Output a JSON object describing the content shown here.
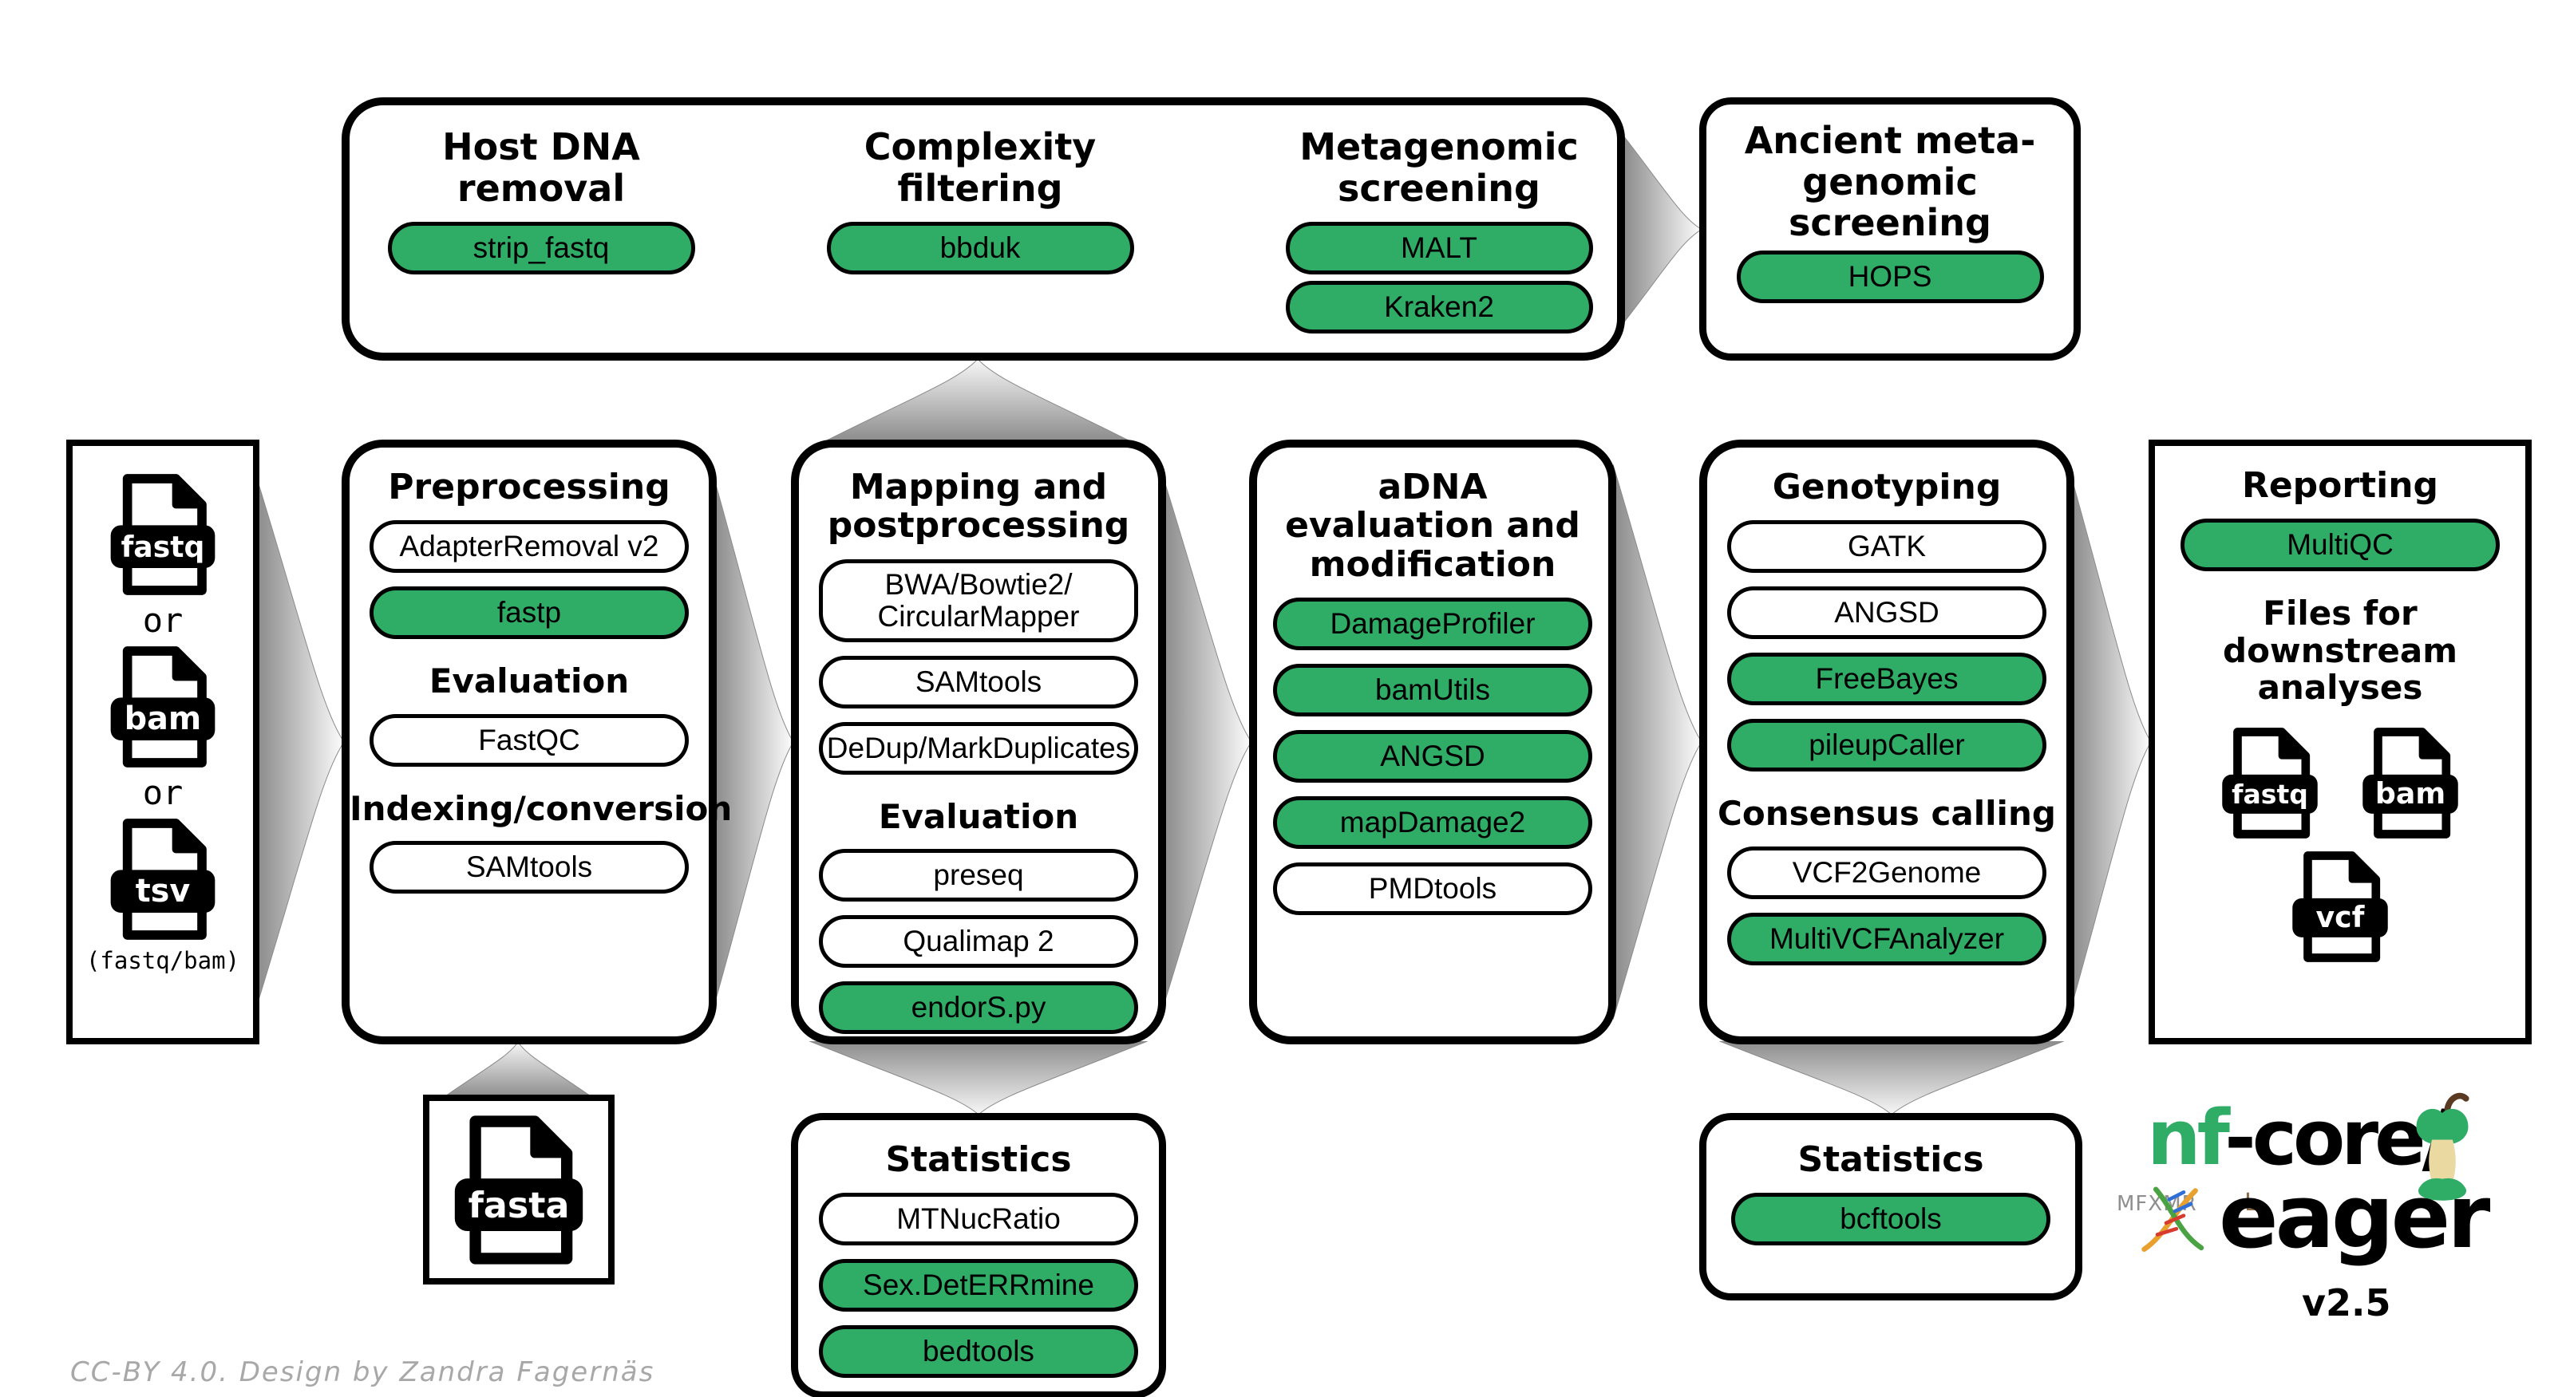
{
  "accent_green": "#2fac66",
  "credit": "CC-BY 4.0. Design by Zandra Fagernäs",
  "input_panel": {
    "files": [
      "fastq",
      "bam",
      "tsv"
    ],
    "or": "or",
    "caption": "(fastq/bam)"
  },
  "top_panel": {
    "host": {
      "heading": "Host DNA removal",
      "tools": [
        {
          "label": "strip_fastq",
          "variant": "green"
        }
      ]
    },
    "complexity": {
      "heading": "Complexity filtering",
      "tools": [
        {
          "label": "bbduk",
          "variant": "green"
        }
      ]
    },
    "metagenomic": {
      "heading": "Metagenomic screening",
      "tools": [
        {
          "label": "MALT",
          "variant": "green"
        },
        {
          "label": "Kraken2",
          "variant": "green"
        }
      ]
    }
  },
  "ancient_panel": {
    "heading": "Ancient meta-genomic screening",
    "tools": [
      {
        "label": "HOPS",
        "variant": "green"
      }
    ]
  },
  "preprocessing_panel": {
    "heading": "Preprocessing",
    "tools1": [
      {
        "label": "AdapterRemoval v2",
        "variant": "white"
      },
      {
        "label": "fastp",
        "variant": "green"
      }
    ],
    "subheading1": "Evaluation",
    "tools2": [
      {
        "label": "FastQC",
        "variant": "white"
      }
    ],
    "subheading2": "Indexing/conversion",
    "tools3": [
      {
        "label": "SAMtools",
        "variant": "white"
      }
    ]
  },
  "mapping_panel": {
    "heading": "Mapping and postprocessing",
    "tools1": [
      {
        "label_lines": [
          "BWA/Bowtie2/",
          "CircularMapper"
        ],
        "variant": "white"
      },
      {
        "label": "SAMtools",
        "variant": "white"
      },
      {
        "label": "DeDup/MarkDuplicates",
        "variant": "white"
      }
    ],
    "subheading": "Evaluation",
    "tools2": [
      {
        "label": "preseq",
        "variant": "white"
      },
      {
        "label": "Qualimap 2",
        "variant": "white"
      },
      {
        "label": "endorS.py",
        "variant": "green"
      }
    ]
  },
  "adna_panel": {
    "heading": "aDNA evaluation and modification",
    "tools": [
      {
        "label": "DamageProfiler",
        "variant": "green"
      },
      {
        "label": "bamUtils",
        "variant": "green"
      },
      {
        "label": "ANGSD",
        "variant": "green"
      },
      {
        "label": "mapDamage2",
        "variant": "green"
      },
      {
        "label": "PMDtools",
        "variant": "white"
      }
    ]
  },
  "genotyping_panel": {
    "heading": "Genotyping",
    "tools1": [
      {
        "label": "GATK",
        "variant": "white"
      },
      {
        "label": "ANGSD",
        "variant": "white"
      },
      {
        "label": "FreeBayes",
        "variant": "green"
      },
      {
        "label": "pileupCaller",
        "variant": "green"
      }
    ],
    "subheading": "Consensus calling",
    "tools2": [
      {
        "label": "VCF2Genome",
        "variant": "white"
      },
      {
        "label": "MultiVCFAnalyzer",
        "variant": "green"
      }
    ]
  },
  "reporting_panel": {
    "heading": "Reporting",
    "tools": [
      {
        "label": "MultiQC",
        "variant": "green"
      }
    ],
    "subheading": "Files for downstream analyses",
    "files": [
      "fastq",
      "bam",
      "vcf"
    ]
  },
  "fasta_panel": {
    "file": "fasta"
  },
  "stats_mapping_panel": {
    "heading": "Statistics",
    "tools": [
      {
        "label": "MTNucRatio",
        "variant": "white"
      },
      {
        "label": "Sex.DetERRmine",
        "variant": "green"
      },
      {
        "label": "bedtools",
        "variant": "green"
      }
    ]
  },
  "stats_genotyping_panel": {
    "heading": "Statistics",
    "tools": [
      {
        "label": "bcftools",
        "variant": "green"
      }
    ]
  },
  "logo": {
    "brand_green": "nf",
    "brand_black": "-core/",
    "app_name": "eager",
    "runes": "MFXMR",
    "rune_l": "L",
    "version": "v2.5"
  }
}
